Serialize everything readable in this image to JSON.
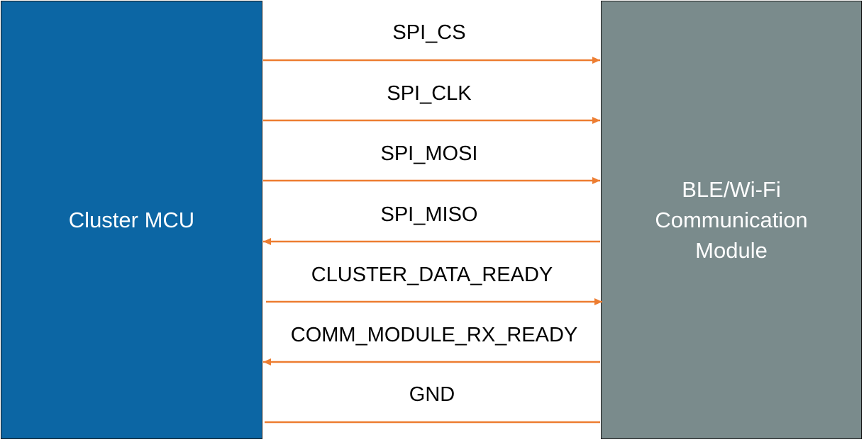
{
  "blocks": {
    "mcu": {
      "label": "Cluster MCU",
      "color": "#0c66a4"
    },
    "comm": {
      "label": "BLE/Wi-Fi\nCommunication\nModule",
      "color": "#7a8b8c"
    }
  },
  "arrow_color": "#ed7d31",
  "signals": [
    {
      "name": "SPI_CS",
      "direction": "mcu-to-comm"
    },
    {
      "name": "SPI_CLK",
      "direction": "mcu-to-comm"
    },
    {
      "name": "SPI_MOSI",
      "direction": "mcu-to-comm"
    },
    {
      "name": "SPI_MISO",
      "direction": "comm-to-mcu"
    },
    {
      "name": "CLUSTER_DATA_READY",
      "direction": "mcu-to-comm"
    },
    {
      "name": "COMM_MODULE_RX_READY",
      "direction": "comm-to-mcu"
    },
    {
      "name": "GND",
      "direction": "none"
    }
  ]
}
